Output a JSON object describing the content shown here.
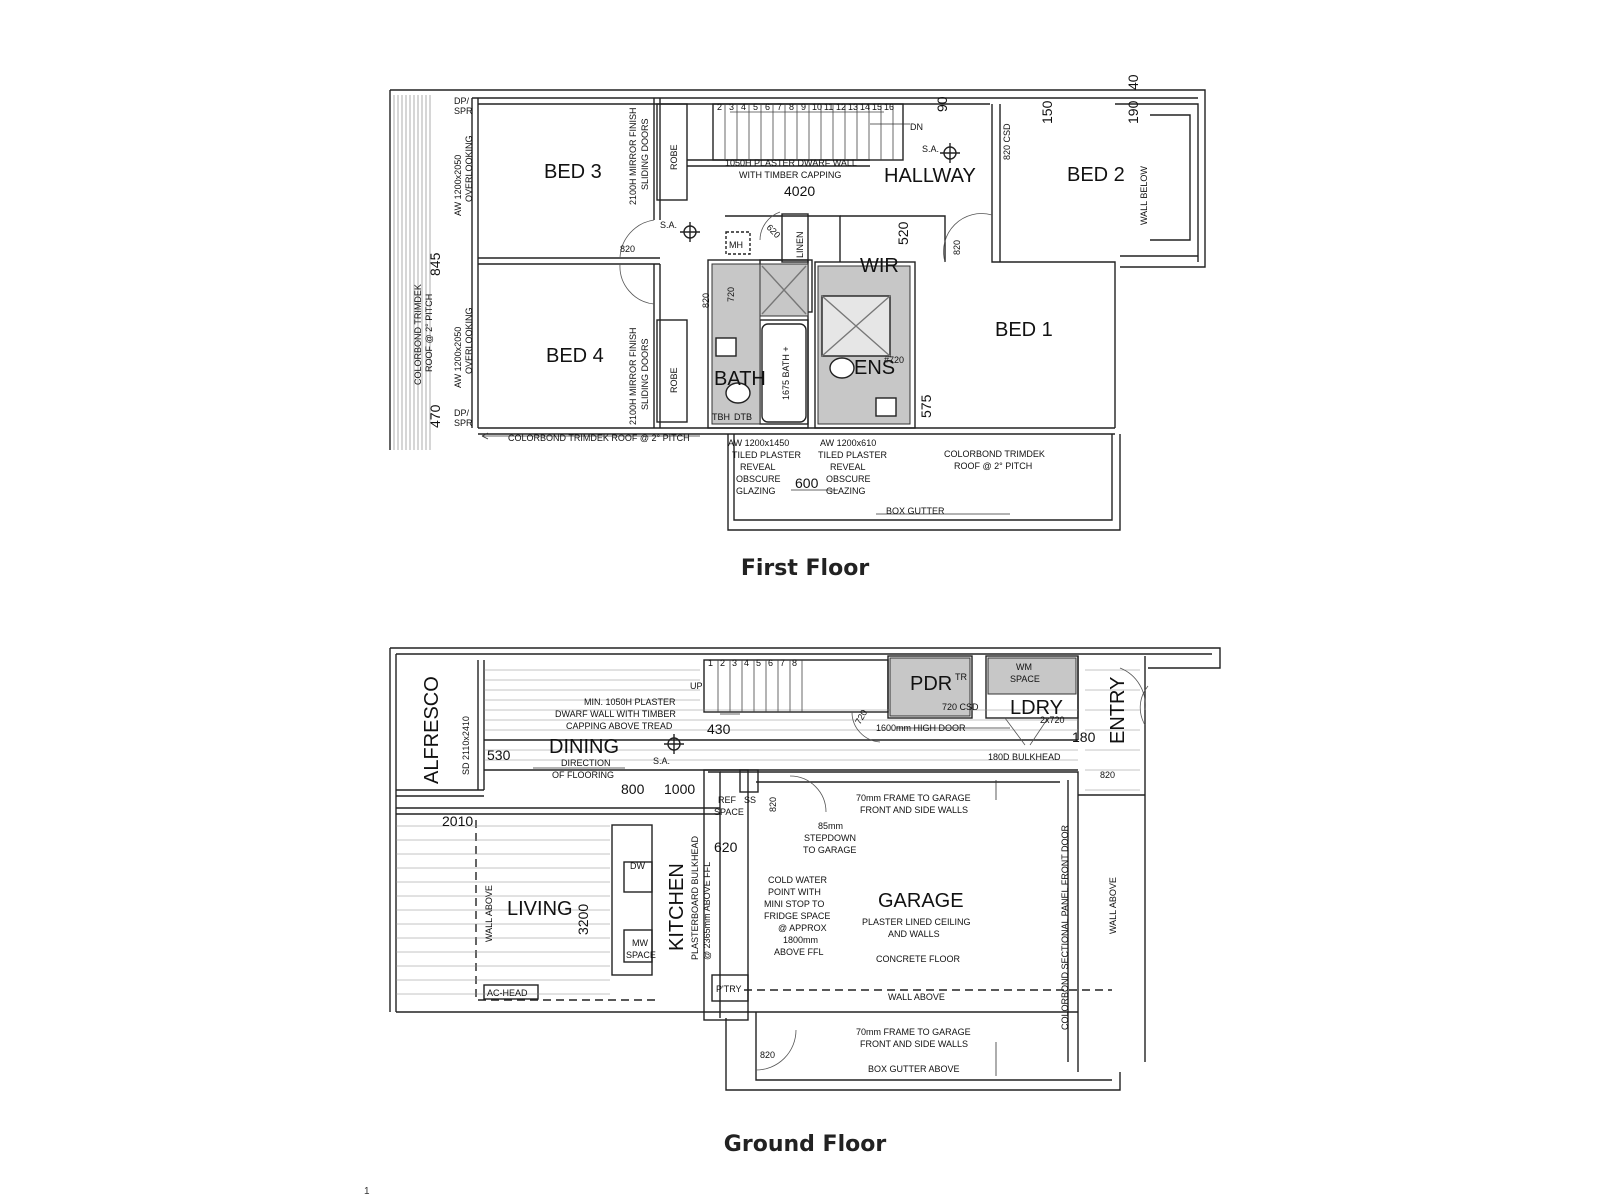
{
  "first_floor": {
    "caption": "First Floor",
    "rooms": {
      "bed3": "BED 3",
      "bed2": "BED 2",
      "bed4": "BED 4",
      "bed1": "BED 1",
      "hallway": "HALLWAY",
      "wir": "WIR",
      "bath": "BATH",
      "ens": "ENS"
    },
    "labels": {
      "robe": "ROBE",
      "linen": "LINEN",
      "mh": "MH",
      "sa": "S.A.",
      "dn": "DN",
      "dpspr": "DP/",
      "dpspr2": "SPR",
      "mirror_doors_1": "2100H MIRROR FINISH",
      "mirror_doors_2": "SLIDING DOORS",
      "aw_overlooking_1": "AW 1200x2050",
      "aw_overlooking_2": "OVERLOOKING",
      "trimdek_side_1": "COLORBOND TRIMDEK",
      "trimdek_side_2": "ROOF @ 2° PITCH",
      "dwarf_wall_1": "1050H PLASTER DWARF WALL",
      "dwarf_wall_2": "WITH TIMBER CAPPING",
      "wall_below": "WALL BELOW",
      "csd820": "820 CSD",
      "trimdek_bottom": "COLORBOND TRIMDEK ROOF @ 2° PITCH",
      "aw1450": [
        "AW 1200x1450",
        "TILED PLASTER",
        "REVEAL",
        "OBSCURE",
        "GLAZING"
      ],
      "aw610": [
        "AW 1200x610",
        "TILED PLASTER",
        "REVEAL",
        "OBSCURE",
        "GLAZING"
      ],
      "trimdek_right": [
        "COLORBOND TRIMDEK",
        "ROOF @ 2° PITCH"
      ],
      "box_gutter": "BOX GUTTER",
      "bath1675": "1675 BATH +",
      "hash720": "#720",
      "tbh": "TBH",
      "dtb": "DTB"
    },
    "stairs": [
      "2",
      "3",
      "4",
      "5",
      "6",
      "7",
      "8",
      "9",
      "10",
      "11",
      "12",
      "13",
      "14",
      "15",
      "16"
    ],
    "dims": {
      "d40": "40",
      "d90": "90",
      "d150": "150",
      "d190": "190",
      "d4020": "4020",
      "d845": "845",
      "d470": "470",
      "d820a": "820",
      "d820b": "820",
      "d820c": "820",
      "d620": "620",
      "d520": "520",
      "d720": "720",
      "d575": "575",
      "d600": "600"
    }
  },
  "ground_floor": {
    "caption": "Ground Floor",
    "rooms": {
      "alfresco": "ALFRESCO",
      "dining": "DINING",
      "living": "LIVING",
      "kitchen": "KITCHEN",
      "garage": "GARAGE",
      "pdr": "PDR",
      "ldry": "LDRY",
      "entry": "ENTRY"
    },
    "labels": {
      "sd": "SD 2110x2410",
      "up": "UP",
      "dwarf_1": "MIN. 1050H PLASTER",
      "dwarf_2": "DWARF WALL WITH TIMBER",
      "dwarf_3": "CAPPING ABOVE TREAD",
      "direction_1": "DIRECTION",
      "direction_2": "OF FLOORING",
      "sa": "S.A.",
      "csd720": "720 CSD",
      "wm_1": "WM",
      "wm_2": "SPACE",
      "x2720": "2x720",
      "high_door": "1600mm HIGH DOOR",
      "bulkhead180": "180D BULKHEAD",
      "frame_top_1": "70mm FRAME TO GARAGE",
      "frame_top_2": "FRONT AND SIDE WALLS",
      "ref_1": "REF",
      "ref_2": "SPACE",
      "ss": "SS",
      "stepdown_1": "85mm",
      "stepdown_2": "STEPDOWN",
      "stepdown_3": "TO GARAGE",
      "cold_water": [
        "COLD WATER",
        "POINT WITH",
        "MINI STOP TO",
        "FRIDGE SPACE",
        "@ APPROX",
        "1800mm",
        "ABOVE FFL"
      ],
      "garage_1": "PLASTER LINED CEILING",
      "garage_2": "AND WALLS",
      "concrete": "CONCRETE FLOOR",
      "wall_above": "WALL ABOVE",
      "colorbond_door": "COLORBOND SECTIONAL PANEL FRONT DOOR",
      "wall_above_v": "WALL ABOVE",
      "dw": "DW",
      "mw_1": "MW",
      "mw_2": "SPACE",
      "plasterboard_1": "PLASTERBOARD BULKHEAD",
      "plasterboard_2": "@ 2365mm ABOVE FFL",
      "ptry": "P'TRY",
      "ac_head": "AC-HEAD",
      "frame_bot_1": "70mm FRAME TO GARAGE",
      "frame_bot_2": "FRONT AND SIDE WALLS",
      "box_gutter_above": "BOX GUTTER ABOVE",
      "wall_above_living": "WALL ABOVE",
      "tr": "TR"
    },
    "stairs": [
      "1",
      "2",
      "3",
      "4",
      "5",
      "6",
      "7",
      "8"
    ],
    "dims": {
      "d530": "530",
      "d430": "430",
      "d800": "800",
      "d1000": "1000",
      "d2010": "2010",
      "d3200": "3200",
      "d620": "620",
      "d820a": "820",
      "d820b": "820",
      "d820c": "820",
      "d180": "180",
      "d720": "720"
    }
  },
  "page_number": "1"
}
